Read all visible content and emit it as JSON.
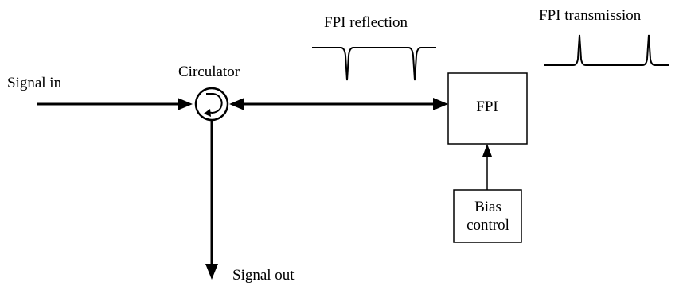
{
  "labels": {
    "signal_in": "Signal in",
    "circulator": "Circulator",
    "signal_out": "Signal out",
    "fpi_reflection": "FPI reflection",
    "fpi_transmission": "FPI transmission",
    "fpi": "FPI",
    "bias_line1": "Bias",
    "bias_line2": "control"
  },
  "colors": {
    "line": "#000000",
    "background": "#ffffff"
  }
}
